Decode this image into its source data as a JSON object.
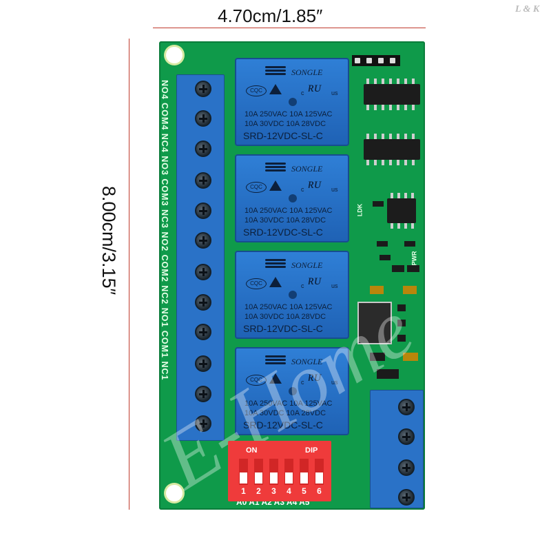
{
  "dimensions": {
    "width_label": "4.70cm/1.85″",
    "height_label": "8.00cm/3.15″"
  },
  "brand_mark": "L & K",
  "watermark": "E-Home",
  "terminal_labels_left": "NO4 COM4 NC4 NO3 COM3 NC3 NO2 COM2 NC2 NO1 COM1 NC1",
  "relays": [
    {
      "brand": "SONGLE",
      "cert_mark": "CQC",
      "rating_line_1": "10A 250VAC 10A 125VAC",
      "rating_line_2": "10A 30VDC 10A 28VDC",
      "model": "SRD-12VDC-SL-C"
    },
    {
      "brand": "SONGLE",
      "cert_mark": "CQC",
      "rating_line_1": "10A 250VAC 10A 125VAC",
      "rating_line_2": "10A 30VDC 10A 28VDC",
      "model": "SRD-12VDC-SL-C"
    },
    {
      "brand": "SONGLE",
      "cert_mark": "CQC",
      "rating_line_1": "10A 250VAC 10A 125VAC",
      "rating_line_2": "10A 30VDC 10A 28VDC",
      "model": "SRD-12VDC-SL-C"
    },
    {
      "brand": "SONGLE",
      "cert_mark": "CQC",
      "rating_line_1": "10A 250VAC 10A 125VAC",
      "rating_line_2": "10A 30VDC 10A 28VDC",
      "model": "SRD-12VDC-SL-C"
    }
  ],
  "dip_switch": {
    "on_label": "ON",
    "dip_label": "DIP",
    "numbers": [
      "1",
      "2",
      "3",
      "4",
      "5",
      "6"
    ]
  },
  "address_labels": "A0 A1 A2 A3 A4 A5",
  "silkscreen": {
    "ldk": "LDK",
    "pwr": "PWR"
  },
  "colors": {
    "pcb": "#0f9a4a",
    "terminal_blue": "#2a72c7",
    "relay_blue": "#2f7fd6",
    "dip_red": "#ef3b3b",
    "dimension_line": "#c0392b"
  },
  "icons": [
    "mounting-hole",
    "screw-terminal",
    "relay-logo",
    "dip-switch"
  ]
}
